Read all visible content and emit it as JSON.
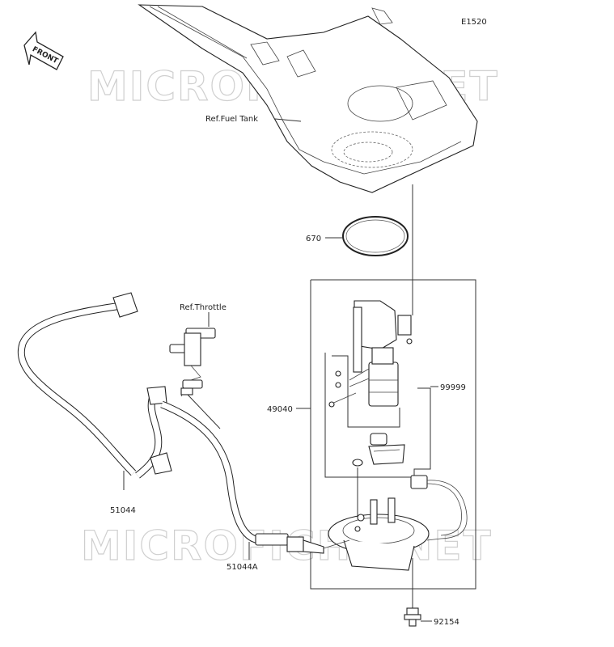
{
  "diagram": {
    "code": "E1520",
    "front_arrow_text": "FRONT",
    "watermark": "MICROFICHE.NET",
    "labels": {
      "fuel_tank": "Ref.Fuel Tank",
      "throttle": "Ref.Throttle",
      "p670": "670",
      "p49040": "49040",
      "p99999": "99999",
      "p51044": "51044",
      "p51044a": "51044A",
      "p92154": "92154"
    }
  }
}
